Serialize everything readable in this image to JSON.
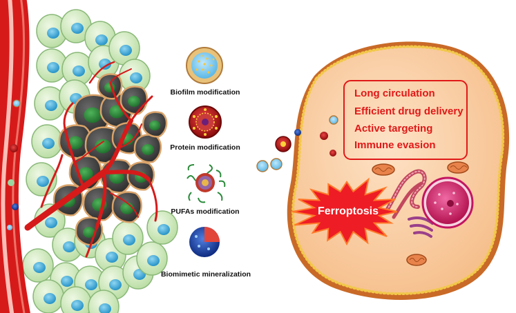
{
  "modifications": {
    "biofilm": "Biofilm modification",
    "protein": "Protein modification",
    "pufas": "PUFAs modification",
    "mineralization": "Biomimetic mineralization"
  },
  "advantages": {
    "long_circulation": "Long circulation",
    "drug_delivery": "Efficient drug delivery",
    "active_targeting": "Active targeting",
    "immune_evasion": "Immune evasion"
  },
  "ferroptosis_label": "Ferroptosis",
  "colors": {
    "vessel_red": "#d61a1a",
    "advantage_text": "#e01818",
    "cell_cytoplasm": "#fbd3b0",
    "membrane_dots": "#e8c640",
    "ferroptosis_burst": "#ee1c24",
    "nucleus": "#d9256e",
    "healthy_cell": "#cfe9c2",
    "healthy_nucleus": "#39a7d8",
    "tumor_cell": "#3a3a3a",
    "tumor_nucleus": "#2a8a3a"
  },
  "icons": [
    "biofilm-nanoparticle-icon",
    "protein-nanoparticle-icon",
    "pufa-nanoparticle-icon",
    "mineralized-nanoparticle-icon",
    "blood-vessel-icon",
    "tumor-cell-icon",
    "mitochondria-icon",
    "endoplasmic-reticulum-icon",
    "golgi-icon",
    "nucleus-icon"
  ]
}
